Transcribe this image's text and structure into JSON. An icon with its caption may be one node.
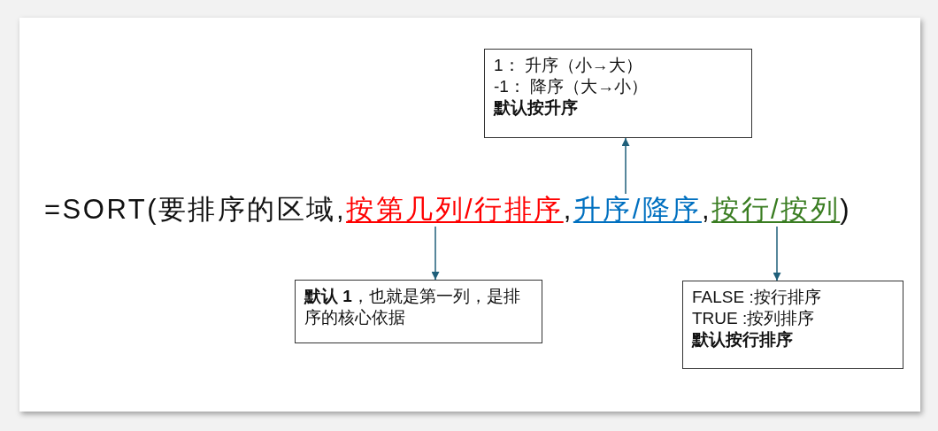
{
  "diagram": {
    "nodes": [
      {
        "text": [
          "按第几列/行排序"
        ]
      },
      {
        "text": [
          "升序/降序"
        ]
      },
      {
        "text": [
          "按行/按列"
        ]
      },
      {
        "text": [
          "1： 升序（小→大）",
          "-1： 降序（大→小）",
          "默认按升序"
        ]
      },
      {
        "text": [
          "**默认 1**，也就是第一列，是排序的核心依据"
        ]
      },
      {
        "text": [
          "FALSE :按行排序",
          "TRUE :按列排序",
          "默认按行排序"
        ]
      }
    ],
    "edges": [
      {
        "from": 0,
        "to": 4,
        "arrow": "to"
      },
      {
        "from": 1,
        "to": 3,
        "arrow": "to"
      },
      {
        "from": 2,
        "to": 5,
        "arrow": "to"
      }
    ],
    "labels": [
      "=SORT(要排序的区域,",
      ",",
      ",",
      ")"
    ]
  }
}
